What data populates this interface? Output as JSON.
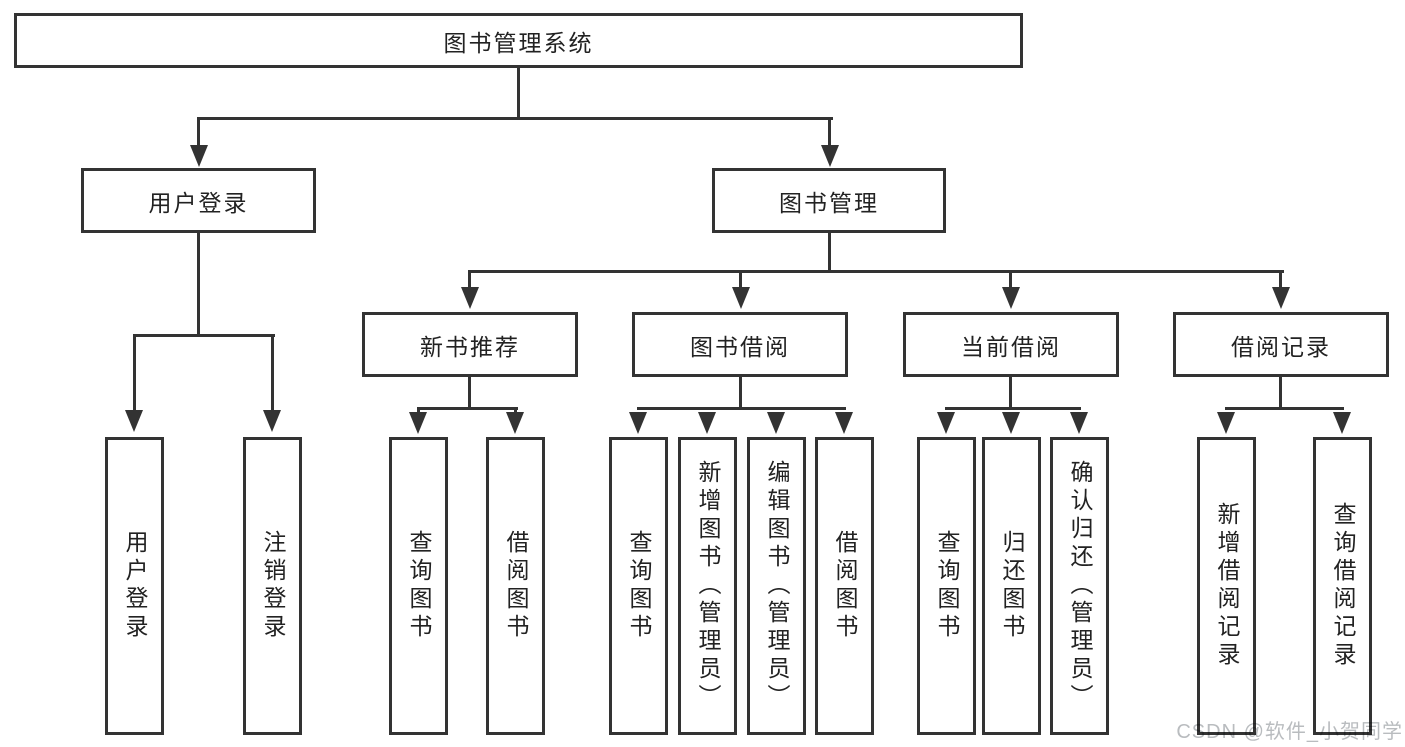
{
  "diagram_title": "图书管理系统",
  "colors": {
    "background": "#ffffff",
    "line": "#333333",
    "text": "#222222",
    "watermark": "#b9bcbf"
  },
  "icons": {
    "arrowhead_down": "css-triangle-down"
  },
  "tree": {
    "label": "图书管理系统",
    "children": [
      {
        "label": "用户登录",
        "children": [
          {
            "label": "用户登录"
          },
          {
            "label": "注销登录"
          }
        ]
      },
      {
        "label": "图书管理",
        "children": [
          {
            "label": "新书推荐",
            "children": [
              {
                "label": "查询图书"
              },
              {
                "label": "借阅图书"
              }
            ]
          },
          {
            "label": "图书借阅",
            "children": [
              {
                "label": "查询图书"
              },
              {
                "label": "新增图书（管理员）"
              },
              {
                "label": "编辑图书（管理员）"
              },
              {
                "label": "借阅图书"
              }
            ]
          },
          {
            "label": "当前借阅",
            "children": [
              {
                "label": "查询图书"
              },
              {
                "label": "归还图书"
              },
              {
                "label": "确认归还（管理员）"
              }
            ]
          },
          {
            "label": "借阅记录",
            "children": [
              {
                "label": "新增借阅记录"
              },
              {
                "label": "查询借阅记录"
              }
            ]
          }
        ]
      }
    ]
  },
  "watermark": "CSDN @软件_小贺同学"
}
